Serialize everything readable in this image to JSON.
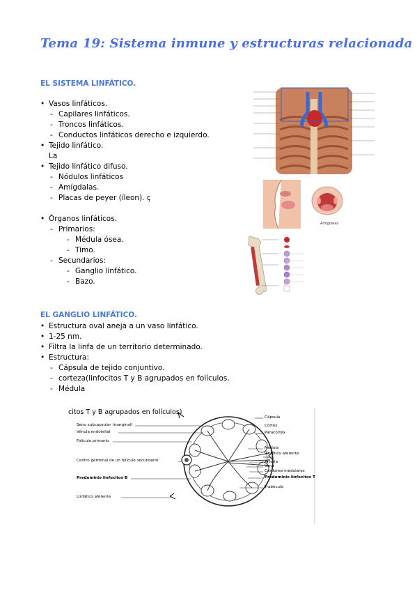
{
  "title": "Tema 19: Sistema inmune y estructuras relacionada",
  "section1": {
    "heading": "EL SISTEMA LINFÁTICO.",
    "items": [
      {
        "level": 0,
        "marker": "•",
        "text": "Vasos linfáticos."
      },
      {
        "level": 1,
        "marker": "-",
        "text": "Capilares linfáticos."
      },
      {
        "level": 1,
        "marker": "-",
        "text": "Troncos linfáticos."
      },
      {
        "level": 1,
        "marker": "-",
        "text": "Conductos linfáticos derecho e izquierdo."
      },
      {
        "level": 0,
        "marker": "•",
        "text": "Tejido linfático."
      },
      {
        "level": 0,
        "marker": "",
        "text": "La"
      },
      {
        "level": 0,
        "marker": "•",
        "text": "Tejido linfático difuso."
      },
      {
        "level": 1,
        "marker": "-",
        "text": "Nódulos linfáticos"
      },
      {
        "level": 1,
        "marker": "-",
        "text": "Amígdalas."
      },
      {
        "level": 1,
        "marker": "-",
        "text": "Placas de peyer (íleon). ç"
      },
      {
        "level": 0,
        "marker": "",
        "text": ""
      },
      {
        "level": 0,
        "marker": "•",
        "text": "Órganos linfáticos."
      },
      {
        "level": 1,
        "marker": "-",
        "text": "Primarios:"
      },
      {
        "level": 2,
        "marker": "-",
        "text": "Médula ósea."
      },
      {
        "level": 2,
        "marker": "-",
        "text": "Timo."
      },
      {
        "level": 1,
        "marker": "-",
        "text": "Secundarios:"
      },
      {
        "level": 2,
        "marker": "-",
        "text": "Ganglio linfático."
      },
      {
        "level": 2,
        "marker": "-",
        "text": "Bazo."
      }
    ]
  },
  "section2": {
    "heading": "EL GANGLIO LINFÁTICO.",
    "items": [
      {
        "level": 0,
        "marker": "•",
        "text": "Estructura oval aneja a un vaso linfático."
      },
      {
        "level": 0,
        "marker": "•",
        "text": "1-25 nm."
      },
      {
        "level": 0,
        "marker": "•",
        "text": "Filtra la linfa de un territorio determinado."
      },
      {
        "level": 0,
        "marker": "•",
        "text": "Estructura:"
      },
      {
        "level": 1,
        "marker": "-",
        "text": "Cápsula de tejido conjuntivo."
      },
      {
        "level": 1,
        "marker": "-",
        "text": "corteza(linfocitos T y B agrupados en folículos."
      },
      {
        "level": 1,
        "marker": "-",
        "text": "Médula"
      }
    ]
  },
  "node_diagram": {
    "caption": "citos T y B agrupados en folículos)",
    "left_labels": [
      "Seno subcapsular (marginal)",
      "Vénula endotelial",
      "Folículo primario",
      "Centro germinal de un folículo secundario",
      "Predominio linfocitos B",
      "Linfático aferente"
    ],
    "right_labels": [
      "Cápsula",
      "Córtex",
      "Paracórtex",
      "Médula",
      "Linfático aferente",
      "Arteria",
      "Vena",
      "Cordones medulares",
      "Predominio linfocitos T",
      "Trabécula"
    ]
  },
  "colors": {
    "title": "#4a6fe3",
    "heading": "#4a7ad8"
  }
}
